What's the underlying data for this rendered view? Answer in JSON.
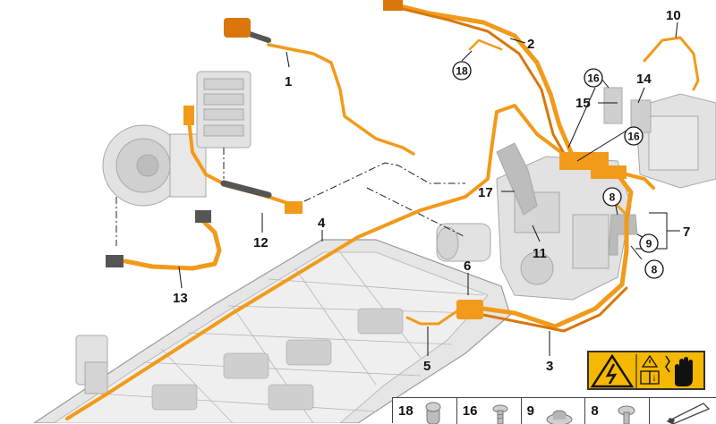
{
  "callouts": {
    "c1": "1",
    "c2": "2",
    "c3": "3",
    "c4": "4",
    "c5": "5",
    "c6": "6",
    "c7": "7",
    "c8a": "8",
    "c8b": "8",
    "c9": "9",
    "c10": "10",
    "c11": "11",
    "c12": "12",
    "c13": "13",
    "c14": "14",
    "c15": "15",
    "c16a": "16",
    "c16b": "16",
    "c17": "17",
    "c18": "18"
  },
  "legend": {
    "cell_18": "18",
    "cell_16": "16",
    "cell_9": "9",
    "cell_8": "8"
  },
  "colors": {
    "cable": "#f29a1a",
    "cable_dark": "#d9770a",
    "part_gray": "#d8d8d8",
    "warning_bg": "#f5b800"
  },
  "icons": {
    "warning_label": [
      "high-voltage-icon",
      "read-manual-icon",
      "do-not-touch-icon"
    ]
  }
}
